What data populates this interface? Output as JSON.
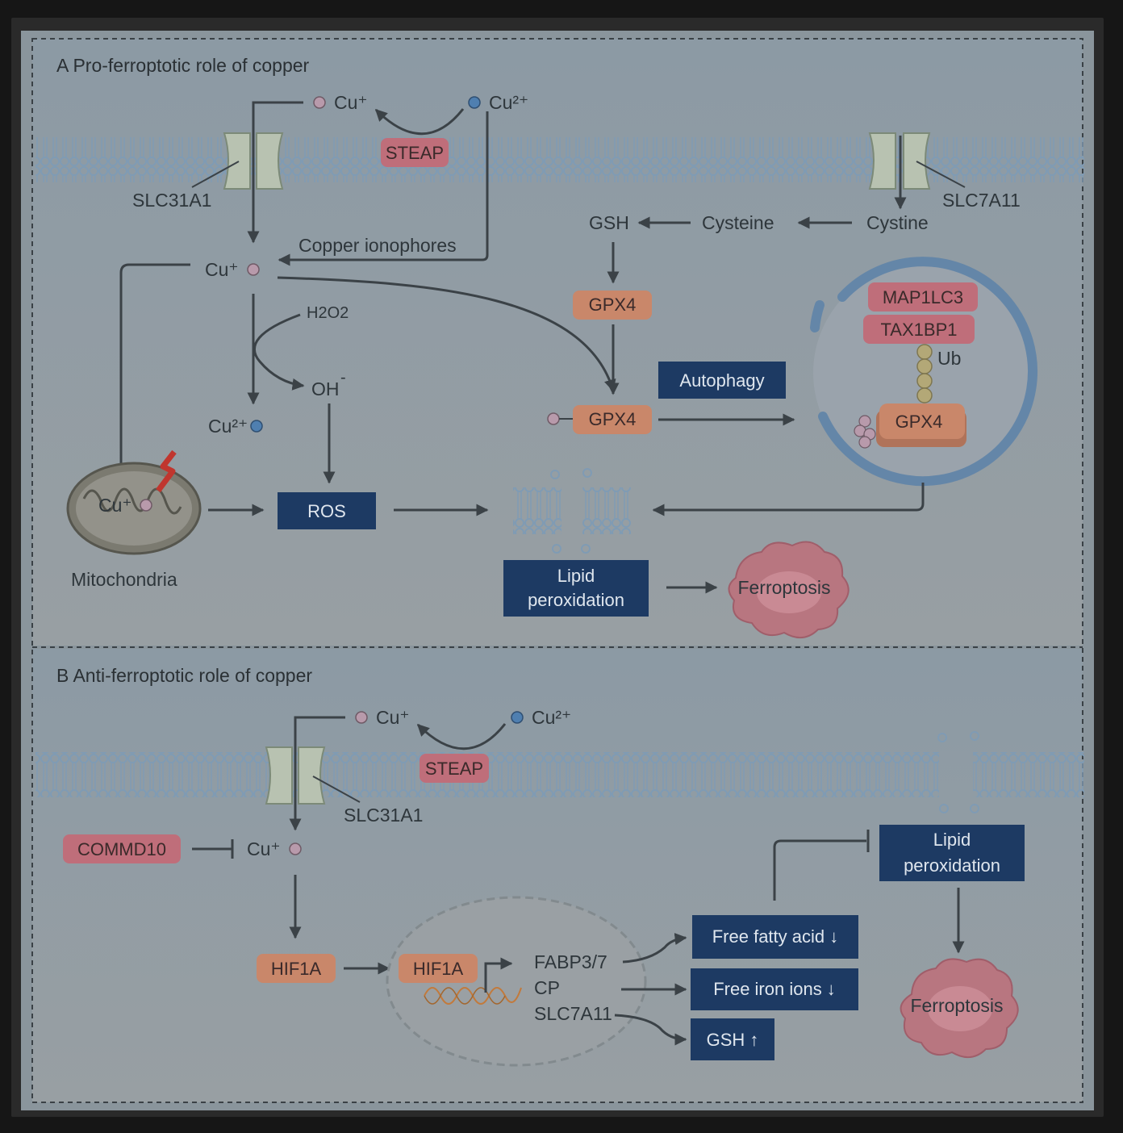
{
  "panel_a": {
    "title": "A Pro-ferroptotic role of copper",
    "cu_plus_top": "Cu⁺",
    "cu_2plus_top": "Cu²⁺",
    "steap": "STEAP",
    "slc31a1": "SLC31A1",
    "slc7a11": "SLC7A11",
    "cystine": "Cystine",
    "cysteine": "Cysteine",
    "gsh": "GSH",
    "copper_ionophores": "Copper ionophores",
    "cu_plus_mid": "Cu⁺",
    "h2o2": "H2O2",
    "oh": "OH",
    "oh_sup": "-",
    "cu_2plus_mid": "Cu²⁺",
    "gpx4_top": "GPX4",
    "gpx4_mid": "GPX4",
    "autophagy": "Autophagy",
    "map1lc3": "MAP1LC3",
    "tax1bp1": "TAX1BP1",
    "ub": "Ub",
    "gpx4_auto": "GPX4",
    "cu_plus_mito": "Cu⁺",
    "mitochondria": "Mitochondria",
    "ros": "ROS",
    "lipid_line1": "Lipid",
    "lipid_line2": "peroxidation",
    "ferroptosis": "Ferroptosis"
  },
  "panel_b": {
    "title": "B Anti-ferroptotic role of copper",
    "cu_plus_top": "Cu⁺",
    "cu_2plus_top": "Cu²⁺",
    "steap": "STEAP",
    "slc31a1": "SLC31A1",
    "commd10": "COMMD10",
    "cu_plus_mid": "Cu⁺",
    "hif1a_out": "HIF1A",
    "hif1a_in": "HIF1A",
    "fabp": "FABP3/7",
    "cp": "CP",
    "slc7a11": "SLC7A11",
    "ffa": "Free fatty acid ↓",
    "fii": "Free iron ions ↓",
    "gsh": "GSH ↑",
    "lipid_line1": "Lipid",
    "lipid_line2": "peroxidation",
    "ferroptosis": "Ferroptosis"
  },
  "colors": {
    "background": "#8a959c",
    "dark_box": "#1d3a63",
    "pink_pill": "#bf6e7a",
    "orange_pill": "#c9876a",
    "cu_plus_dot": "#b89aab",
    "cu_2plus_dot": "#4f7fb0"
  }
}
